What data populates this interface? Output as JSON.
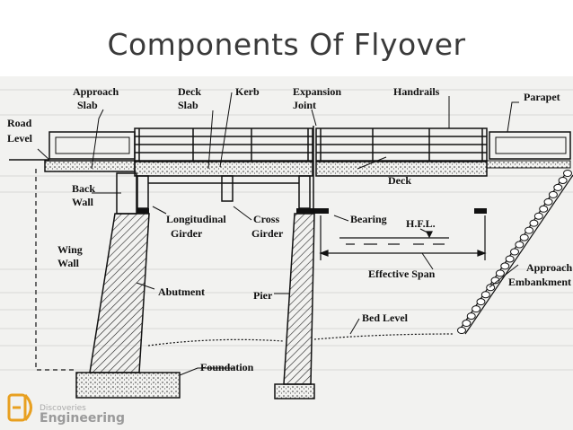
{
  "title": "Components Of Flyover",
  "labels": {
    "approach_slab": [
      "Approach",
      "Slab"
    ],
    "deck_slab": [
      "Deck",
      "Slab"
    ],
    "kerb": "Kerb",
    "expansion_joint": [
      "Expansion",
      "Joint"
    ],
    "handrails": "Handrails",
    "parapet": "Parapet",
    "road_level": [
      "Road",
      "Level"
    ],
    "deck": "Deck",
    "back_wall": [
      "Back",
      "Wall"
    ],
    "longitudinal_girder": [
      "Longitudinal",
      "Girder"
    ],
    "cross_girder": [
      "Cross",
      "Girder"
    ],
    "bearing": "Bearing",
    "hfl": "H.F.L.",
    "wing_wall": [
      "Wing",
      "Wall"
    ],
    "effective_span": "Effective Span",
    "approach_embankment": [
      "Approach",
      "Embankment"
    ],
    "abutment": "Abutment",
    "pier": "Pier",
    "bed_level": "Bed Level",
    "foundation": "Foundation"
  },
  "watermark": {
    "text": "Engineering",
    "small": "Discoveries"
  },
  "colors": {
    "ink": "#111111",
    "paper": "#f2f2f0",
    "watermark": "#e8a020"
  }
}
